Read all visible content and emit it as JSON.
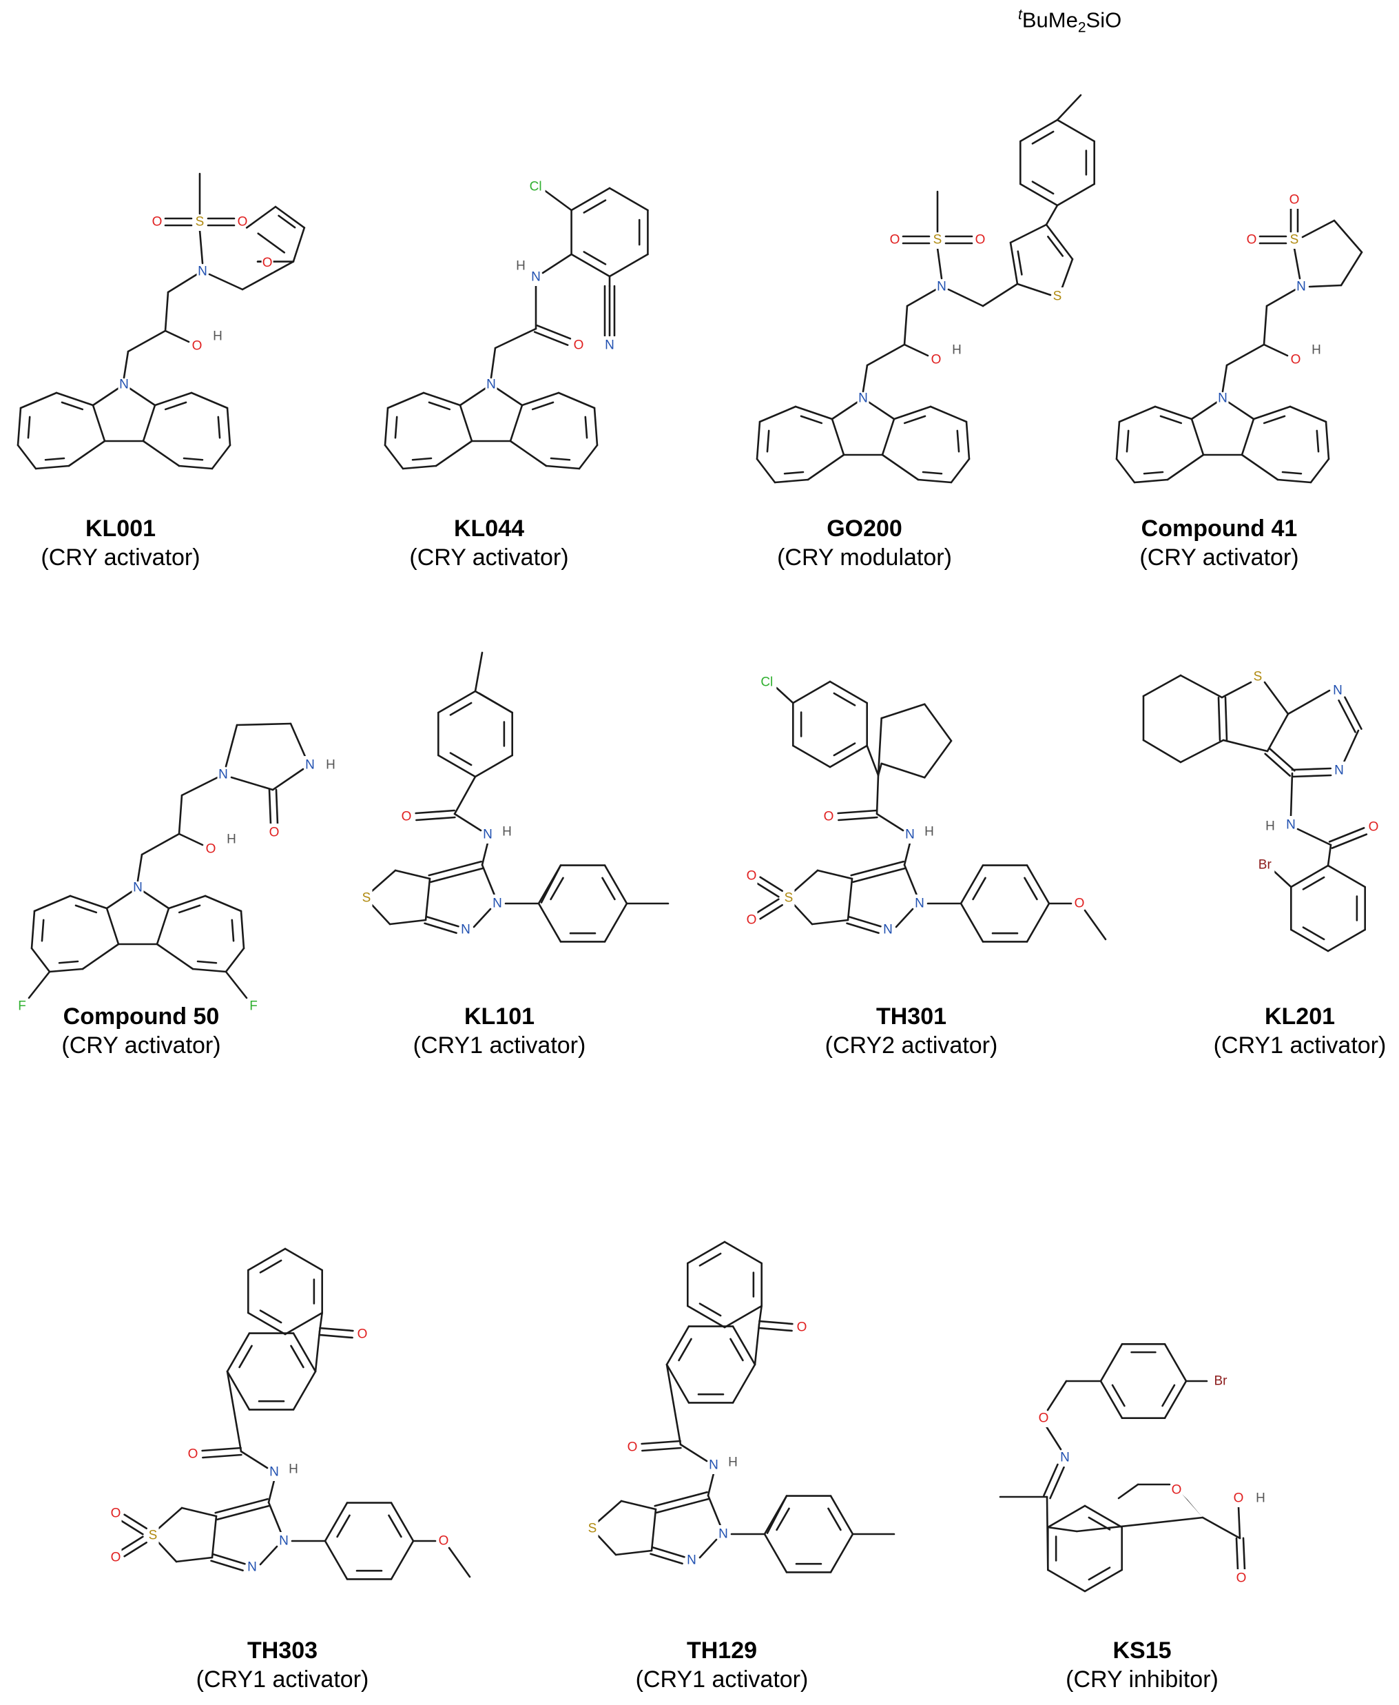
{
  "colors": {
    "N": "#2050b0",
    "O": "#e02020",
    "S": "#b08a10",
    "Cl": "#30b030",
    "F": "#30b030",
    "Br": "#8b1a1a",
    "H": "#555555",
    "bond": "#1a1a1a"
  },
  "go200_substituent": {
    "prefix": "t",
    "a": "BuMe",
    "sub": "2",
    "b": "SiO"
  },
  "compounds": [
    {
      "id": "kl001",
      "name": "KL001",
      "desc": "(CRY activator)"
    },
    {
      "id": "kl044",
      "name": "KL044",
      "desc": "(CRY activator)"
    },
    {
      "id": "go200",
      "name": "GO200",
      "desc": "(CRY modulator)"
    },
    {
      "id": "c41",
      "name": "Compound 41",
      "desc": "(CRY activator)"
    },
    {
      "id": "c50",
      "name": "Compound 50",
      "desc": "(CRY activator)"
    },
    {
      "id": "kl101",
      "name": "KL101",
      "desc": "(CRY1 activator)"
    },
    {
      "id": "th301",
      "name": "TH301",
      "desc": "(CRY2 activator)"
    },
    {
      "id": "kl201",
      "name": "KL201",
      "desc": "(CRY1 activator)"
    },
    {
      "id": "th303",
      "name": "TH303",
      "desc": "(CRY1 activator)"
    },
    {
      "id": "th129",
      "name": "TH129",
      "desc": "(CRY1 activator)"
    },
    {
      "id": "ks15",
      "name": "KS15",
      "desc": "(CRY inhibitor)"
    }
  ]
}
